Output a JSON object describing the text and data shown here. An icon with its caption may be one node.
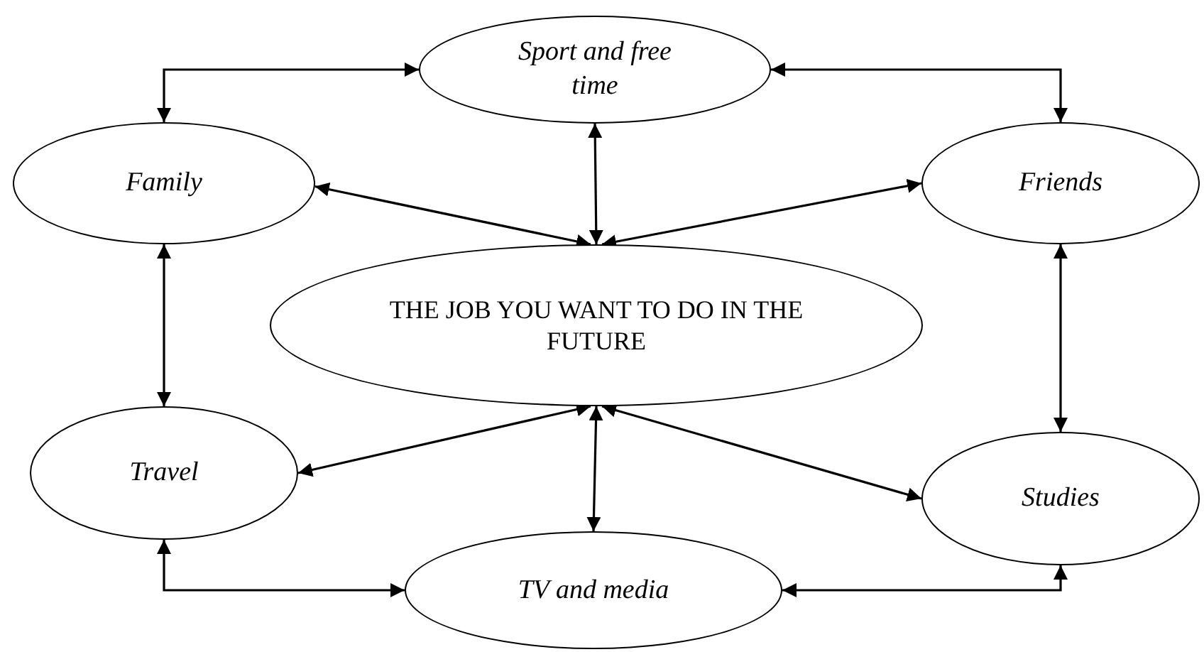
{
  "diagram": {
    "nodes": [
      {
        "text": [
          "Sport and free time"
        ]
      },
      {
        "text": [
          "Family"
        ]
      },
      {
        "text": [
          "Friends"
        ]
      },
      {
        "text": [
          "THE JOB YOU WANT TO DO IN THE FUTURE"
        ]
      },
      {
        "text": [
          "Travel"
        ]
      },
      {
        "text": [
          "Studies"
        ]
      },
      {
        "text": [
          "TV and media"
        ]
      }
    ],
    "edges": [
      {
        "from": 1,
        "to": 0,
        "arrow": "both"
      },
      {
        "from": 0,
        "to": 2,
        "arrow": "both"
      },
      {
        "from": 0,
        "to": 3,
        "arrow": "both"
      },
      {
        "from": 3,
        "to": 1,
        "arrow": "both"
      },
      {
        "from": 3,
        "to": 2,
        "arrow": "both"
      },
      {
        "from": 1,
        "to": 4,
        "arrow": "both"
      },
      {
        "from": 2,
        "to": 5,
        "arrow": "both"
      },
      {
        "from": 3,
        "to": 4,
        "arrow": "both"
      },
      {
        "from": 3,
        "to": 6,
        "arrow": "both"
      },
      {
        "from": 3,
        "to": 5,
        "arrow": "both"
      },
      {
        "from": 4,
        "to": 6,
        "arrow": "both"
      },
      {
        "from": 6,
        "to": 5,
        "arrow": "both"
      }
    ]
  }
}
